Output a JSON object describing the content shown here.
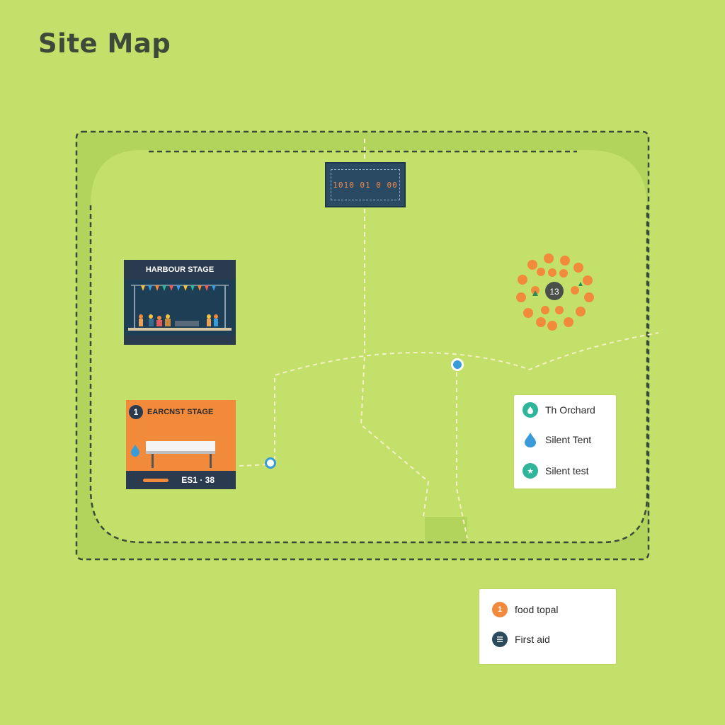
{
  "title": "Site Map",
  "colors": {
    "background": "#c2e06a",
    "field": "#b3d45c",
    "boundary": "#3a4a3a",
    "path": "#f3f0c6",
    "orange": "#f28a3c",
    "navy": "#2b3b4f",
    "teal": "#2fb59a",
    "blue": "#3a9bd9"
  },
  "scoreboard": {
    "digits": "1010 01 0 00"
  },
  "harbour_stage": {
    "label": "HARBOUR STAGE"
  },
  "earnest_stage": {
    "number": "1",
    "label": "EARCNST STAGE",
    "footer": "ES1 · 38"
  },
  "crowd": {
    "count": "13"
  },
  "legend_zones": {
    "items": [
      {
        "label": "Th Orchard",
        "icon": "droplet-icon",
        "color": "#2fb59a"
      },
      {
        "label": "Silent Tent",
        "icon": "droplet-icon",
        "color": "#3a9bd9"
      },
      {
        "label": "Silent test",
        "icon": "star-icon",
        "color": "#2fb59a"
      }
    ]
  },
  "legend_services": {
    "items": [
      {
        "label": "food topal",
        "icon": "number-badge",
        "badge": "1",
        "color": "#f28a3c"
      },
      {
        "label": "First aid",
        "icon": "list-icon",
        "color": "#2b4b5c"
      }
    ]
  }
}
